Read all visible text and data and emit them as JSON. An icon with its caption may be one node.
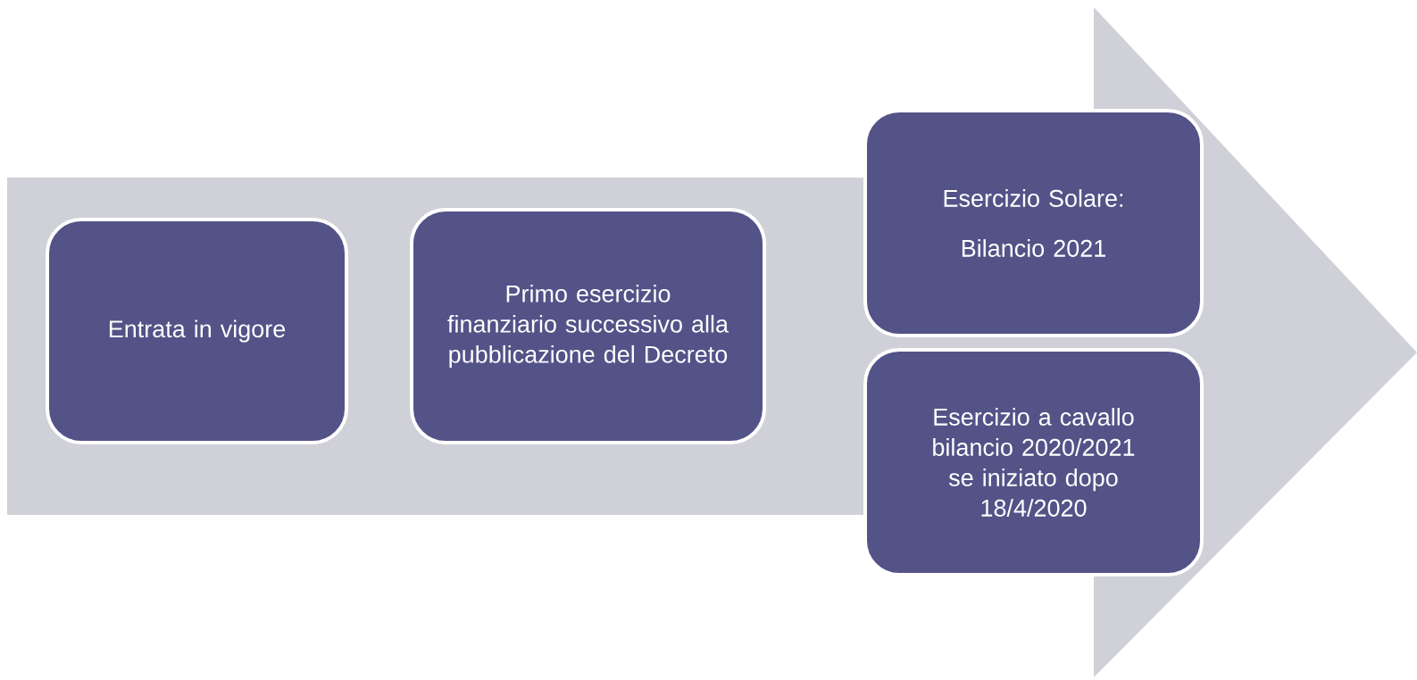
{
  "diagram": {
    "nodes": [
      {
        "text": [
          "Entrata in vigore"
        ]
      },
      {
        "text": [
          "Primo esercizio finanziario successivo alla pubblicazione del Decreto"
        ]
      },
      {
        "text": [
          "Esercizio Solare:",
          "Bilancio 2021"
        ]
      },
      {
        "text": [
          "Esercizio a cavallo bilancio 2020/2021 se iniziato dopo 18/4/2020"
        ]
      }
    ]
  }
}
